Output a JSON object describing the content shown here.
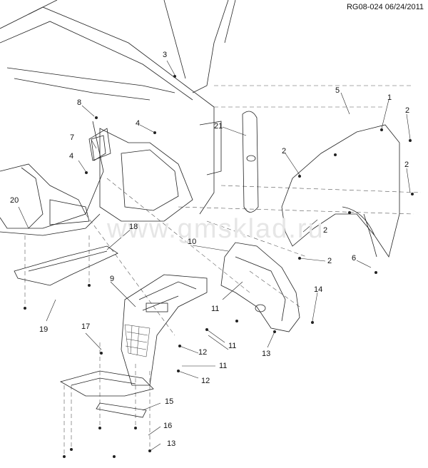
{
  "header": {
    "code": "RG08-024 06/24/2011"
  },
  "watermark": {
    "text": "www.gmsklad.ru"
  },
  "callouts": {
    "c1": "1",
    "c2a": "2",
    "c2b": "2",
    "c2c": "2",
    "c2d": "2",
    "c2e": "2",
    "c3": "3",
    "c4a": "4",
    "c4b": "4",
    "c5": "5",
    "c6": "6",
    "c7": "7",
    "c8": "8",
    "c9": "9",
    "c10": "10",
    "c11a": "11",
    "c11b": "11",
    "c11c": "11",
    "c12a": "12",
    "c12b": "12",
    "c13a": "13",
    "c13b": "13",
    "c14": "14",
    "c15": "15",
    "c16": "16",
    "c17": "17",
    "c18": "18",
    "c19": "19",
    "c20": "20",
    "c21": "21"
  },
  "colors": {
    "line": "#222222",
    "dash": "#555555",
    "mesh": "#333333"
  }
}
